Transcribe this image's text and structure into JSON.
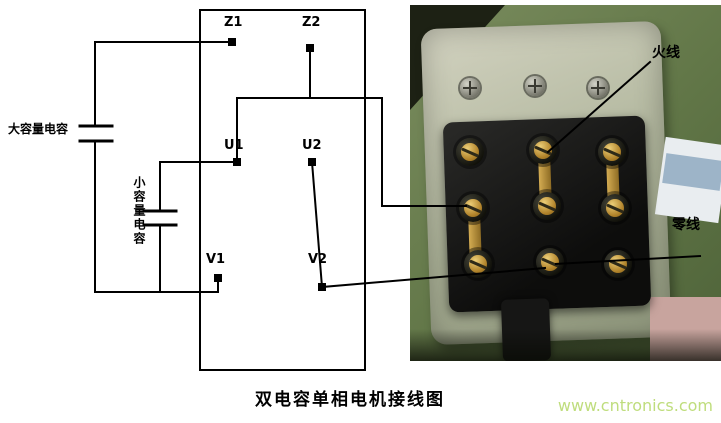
{
  "schematic": {
    "terminals": {
      "z1": "Z1",
      "z2": "Z2",
      "u1": "U1",
      "u2": "U2",
      "v1": "V1",
      "v2": "V2"
    },
    "capacitor_large_label": "大容量电容",
    "capacitor_small_label": "小容量电容"
  },
  "photo": {
    "live_wire_label": "火线",
    "neutral_wire_label": "零线"
  },
  "caption": "双电容单相电机接线图",
  "watermark": "www.cntronics.com",
  "colors": {
    "wire": "#000000",
    "watermark_green": "#bfdd7d",
    "brass": "#c79a3a",
    "photo_green": "#617647"
  }
}
